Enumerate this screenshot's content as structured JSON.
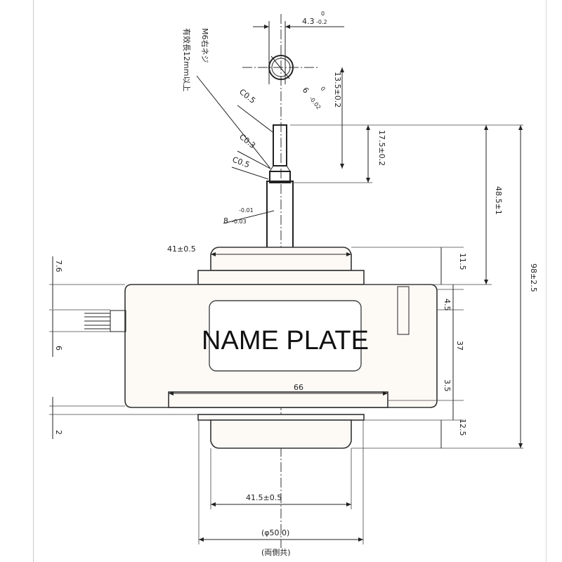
{
  "name_plate": "NAME PLATE",
  "screw_note_1": "M6右ネジ",
  "screw_note_2": "有效長12mm以上",
  "dims": {
    "shaft_width": "4.3",
    "shaft_width_tol_top": "0",
    "shaft_width_tol_bot": "-0.2",
    "thread_len": "13.5±0.2",
    "dia6_base": "6",
    "dia6_tol_top": "0",
    "dia6_tol_bot": "-0.02",
    "shaft_17": "17.5±0.2",
    "overall_48": "48.5±1",
    "overall_98": "98±2.5",
    "chamfer_a": "C0.5",
    "chamfer_b": "C0.3",
    "chamfer_c": "C0.5",
    "dia8_base": "8",
    "dia8_tol_top": "-0.01",
    "dia8_tol_bot": "-0.03",
    "boss_dia": "41±0.5",
    "boss_h": "11.5",
    "lead_7_6": "7.6",
    "lead_6": "6",
    "flange_2": "2",
    "top_4_5": "4.5",
    "body_37": "37",
    "bottom_3_5": "3.5",
    "bottom_12_5": "12.5",
    "body_dia": "66",
    "bottom_dia": "41.5±0.5",
    "flange_dia": "(φ50.0)",
    "both_sides": "(両側共)"
  }
}
